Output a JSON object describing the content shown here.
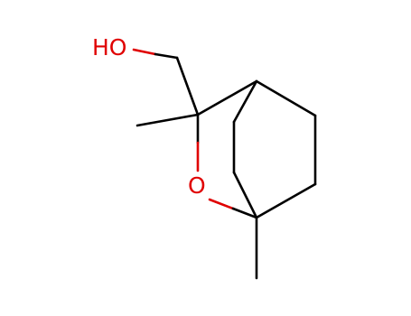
{
  "structure": {
    "atoms": [
      {
        "id": "hydroxyl",
        "label": "HO",
        "color": "#e00000"
      },
      {
        "id": "ring-oxygen",
        "label": "O",
        "color": "#e00000"
      }
    ],
    "bond_color": "#000000",
    "heteroatom_color": "#e00000"
  }
}
